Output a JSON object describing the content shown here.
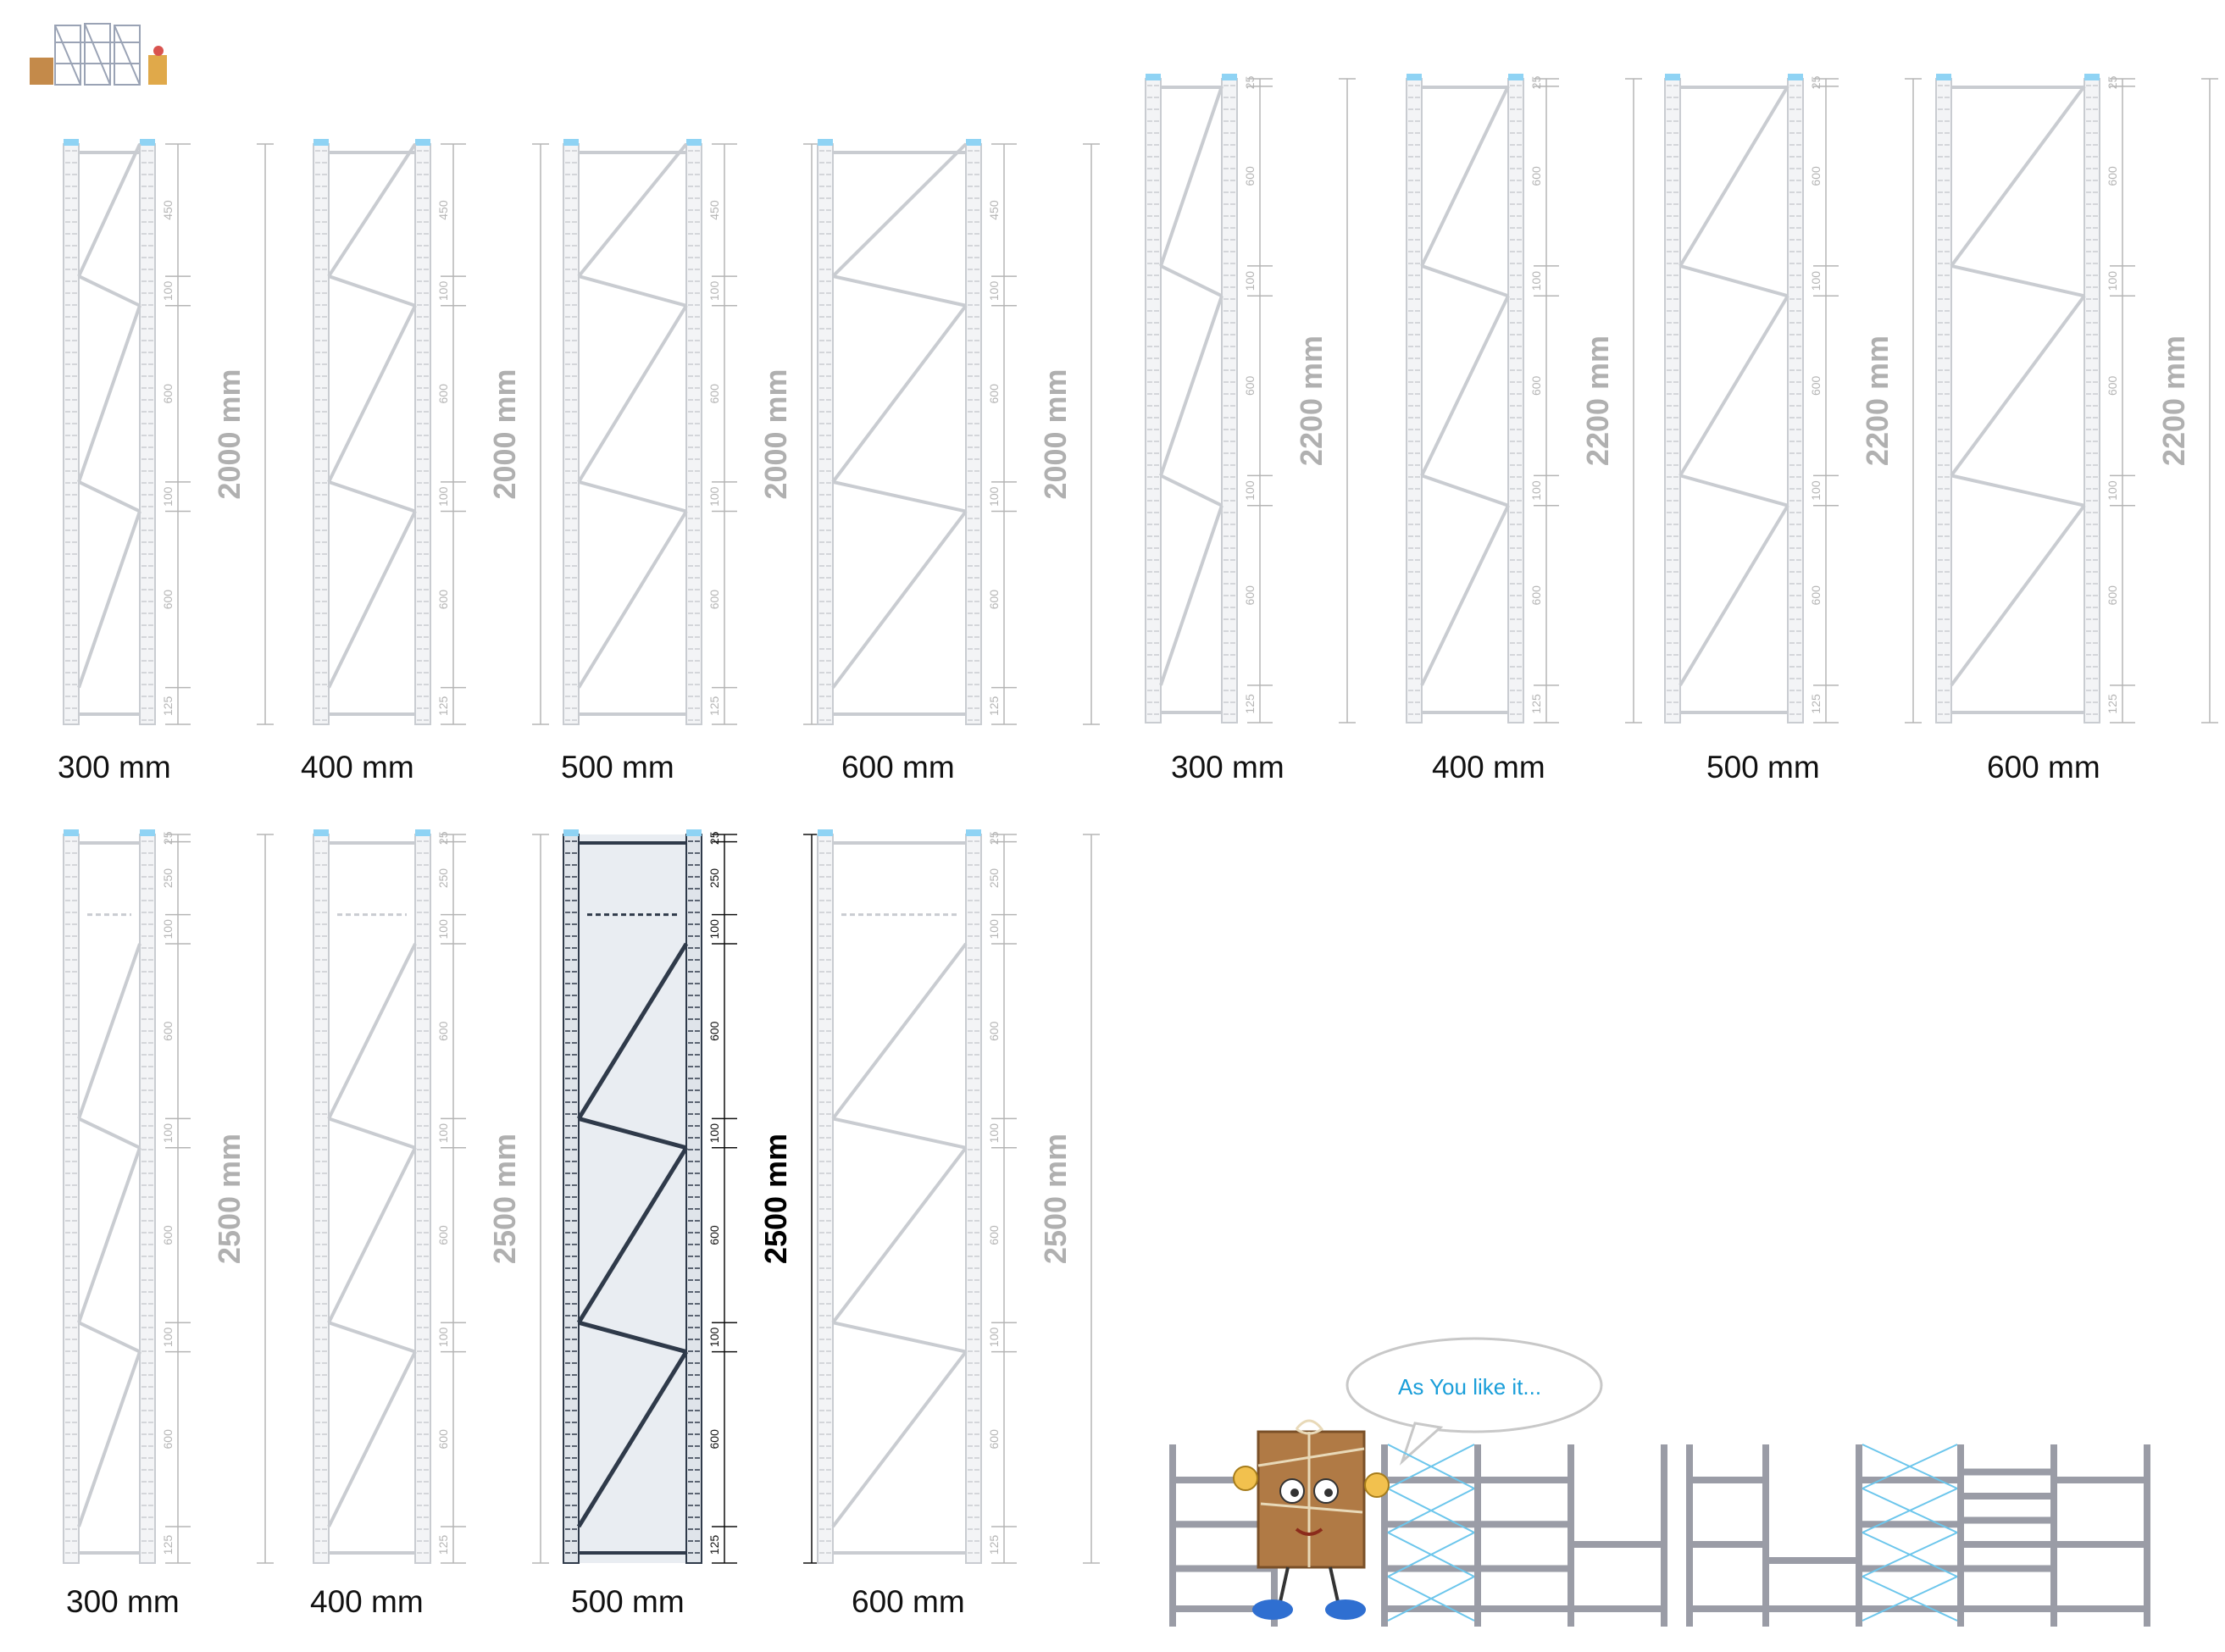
{
  "logo": {
    "caption": "lagerregale"
  },
  "groups": [
    {
      "height_label": "2000 mm",
      "segment_labels": [
        "450",
        "100",
        "600",
        "100",
        "600",
        "125"
      ],
      "frames": [
        {
          "width_label": "300 mm",
          "highlighted": false
        },
        {
          "width_label": "400 mm",
          "highlighted": false
        },
        {
          "width_label": "500 mm",
          "highlighted": false
        },
        {
          "width_label": "600 mm",
          "highlighted": false
        }
      ]
    },
    {
      "height_label": "2200 mm",
      "segment_labels": [
        "25",
        "600",
        "100",
        "600",
        "100",
        "600",
        "125"
      ],
      "frames": [
        {
          "width_label": "300 mm",
          "highlighted": false
        },
        {
          "width_label": "400 mm",
          "highlighted": false
        },
        {
          "width_label": "500 mm",
          "highlighted": false
        },
        {
          "width_label": "600 mm",
          "highlighted": false
        }
      ]
    },
    {
      "height_label": "2500 mm",
      "segment_labels": [
        "25",
        "250",
        "100",
        "600",
        "100",
        "600",
        "100",
        "600",
        "125"
      ],
      "frames": [
        {
          "width_label": "300 mm",
          "highlighted": false
        },
        {
          "width_label": "400 mm",
          "highlighted": false
        },
        {
          "width_label": "500 mm",
          "highlighted": true
        },
        {
          "width_label": "600 mm",
          "highlighted": false
        }
      ]
    }
  ],
  "mascot": {
    "speech": "As You like it..."
  },
  "colors": {
    "frame_light": "#c9ccd1",
    "frame_dark": "#2f3a4a",
    "tip": "#8fd3f4",
    "dimension_light": "#b5b5b5",
    "shelf_gray": "#9a9ca6",
    "cross_blue": "#6cc6ec",
    "speech_text": "#1a9ed9"
  }
}
